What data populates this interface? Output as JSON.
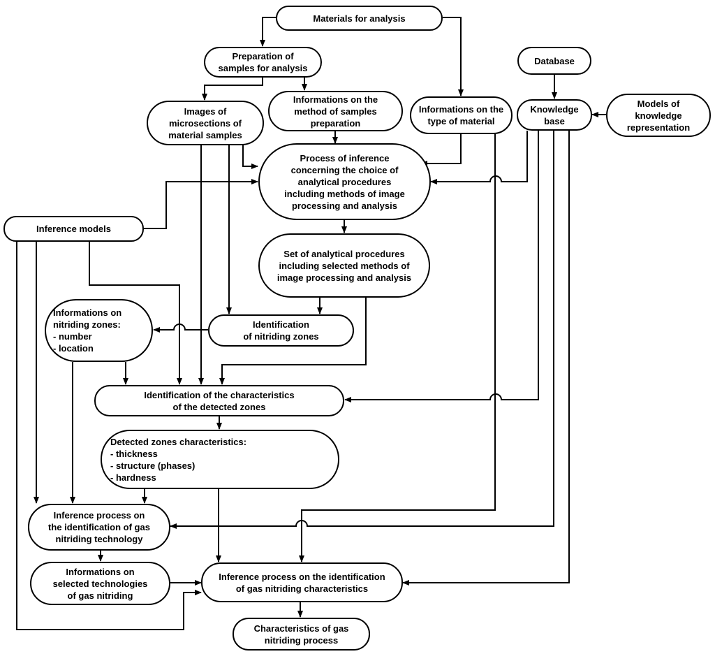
{
  "nodes": {
    "materials": "Materials for analysis",
    "preparation": "Preparation of\nsamples for analysis",
    "database": "Database",
    "images": "Images of\nmicrosections of\nmaterial samples",
    "method_info": "Informations on the\nmethod of samples\npreparation",
    "type_info": "Informations on the\ntype of material",
    "knowledge_base": "Knowledge\nbase",
    "models_kr": "Models of\nknowledge\nrepresentation",
    "inference_choice": "Process of inference\nconcerning the choice of\nanalytical procedures\nincluding methods of image\nprocessing and analysis",
    "inference_models": "Inference models",
    "set_procedures": "Set of analytical procedures\nincluding selected methods of\nimage processing and analysis",
    "zones_info": "Informations on\nnitriding zones:\n- number\n- location",
    "ident_zones": "Identification\nof nitriding zones",
    "ident_char": "Identification of the characteristics\nof the detected zones",
    "zones_char": "Detected zones characteristics:\n- thickness\n- structure (phases)\n- hardness",
    "inference_tech": "Inference process on\nthe identification of gas\nnitriding technology",
    "selected_tech": "Informations on\nselected technologies\nof gas nitriding",
    "inference_char": "Inference process on the identification\nof gas nitriding characteristics",
    "final_char": "Characteristics of gas\nnitriding process"
  }
}
